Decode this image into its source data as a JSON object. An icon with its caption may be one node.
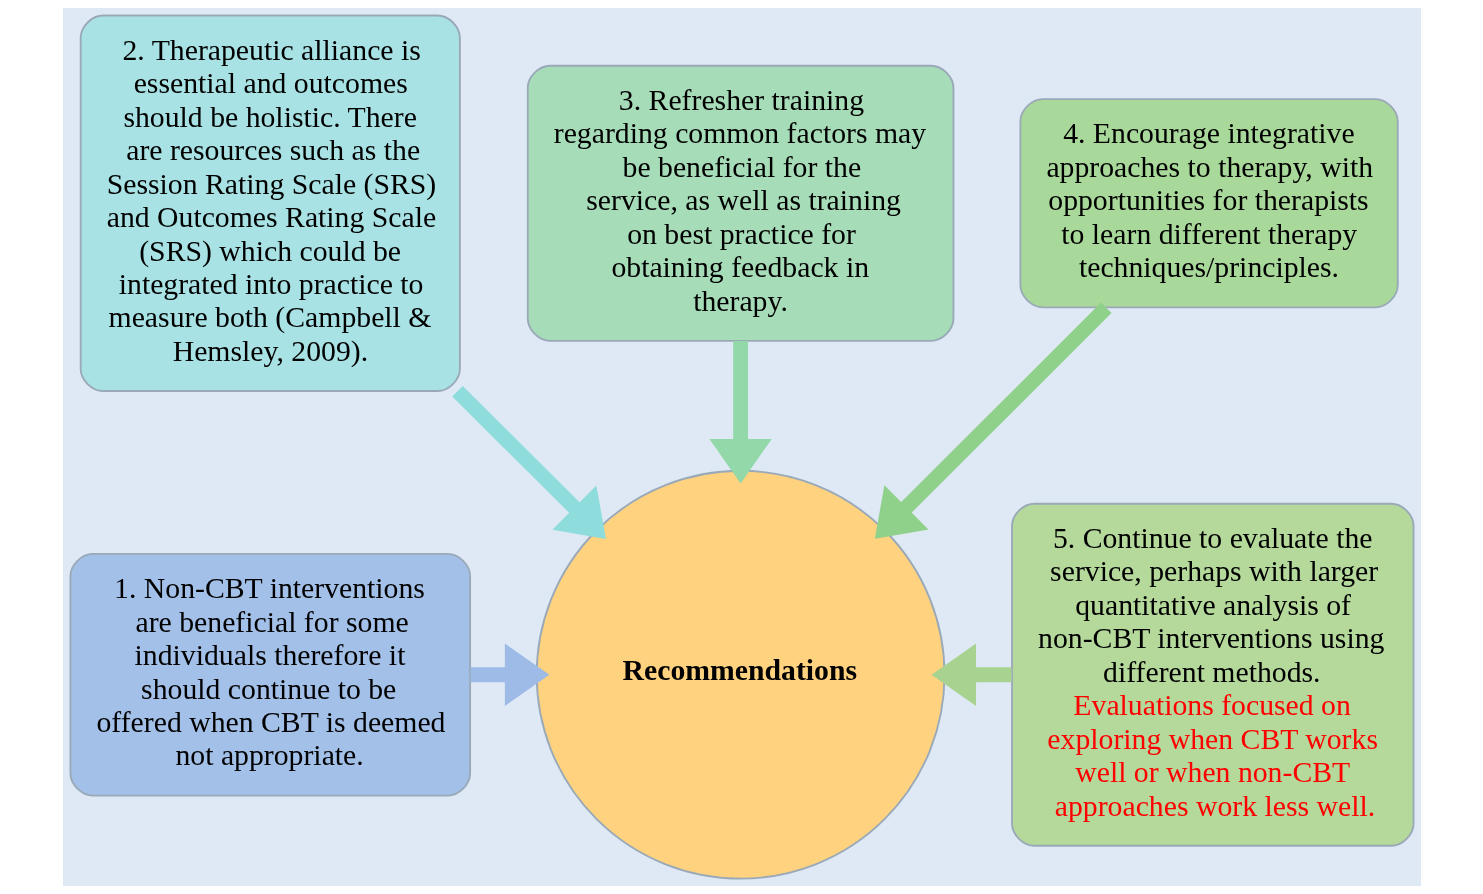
{
  "diagram": {
    "nodes": [
      {
        "text": [
          "1. Non-CBT interventions are beneficial for some individuals therefore it should continue to be offered when CBT is deemed not appropriate."
        ]
      },
      {
        "text": [
          "2. Therapeutic alliance is essential and outcomes should be holistic. There are resources such as the Session Rating Scale (SRS) and Outcomes Rating Scale (SRS) which could be integrated into practice to measure both (Campbell & Hemsley, 2009)."
        ]
      },
      {
        "text": [
          "3. Refresher training regarding common factors may be beneficial for the service, as well as training on best practice for obtaining feedback in therapy."
        ]
      },
      {
        "text": [
          "4. Encourage integrative approaches to therapy, with opportunities for therapists to learn different therapy techniques/principles."
        ]
      },
      {
        "text": [
          "5. Continue to evaluate the service, perhaps with larger quantitative analysis of non-CBT interventions using different methods.",
          "Evaluations focused on exploring when CBT works well or when non-CBT approaches work less well."
        ]
      },
      {
        "text": [
          "Recommendations"
        ]
      }
    ],
    "edges": [
      {
        "from": 0,
        "to": 5,
        "arrow": "to",
        "color": "#9dbbe6"
      },
      {
        "from": 1,
        "to": 5,
        "arrow": "to",
        "color": "#8fdcdc"
      },
      {
        "from": 2,
        "to": 5,
        "arrow": "to",
        "color": "#92d8a8"
      },
      {
        "from": 3,
        "to": 5,
        "arrow": "to",
        "color": "#8fd08a"
      },
      {
        "from": 4,
        "to": 5,
        "arrow": "to",
        "color": "#a8d290"
      }
    ]
  }
}
